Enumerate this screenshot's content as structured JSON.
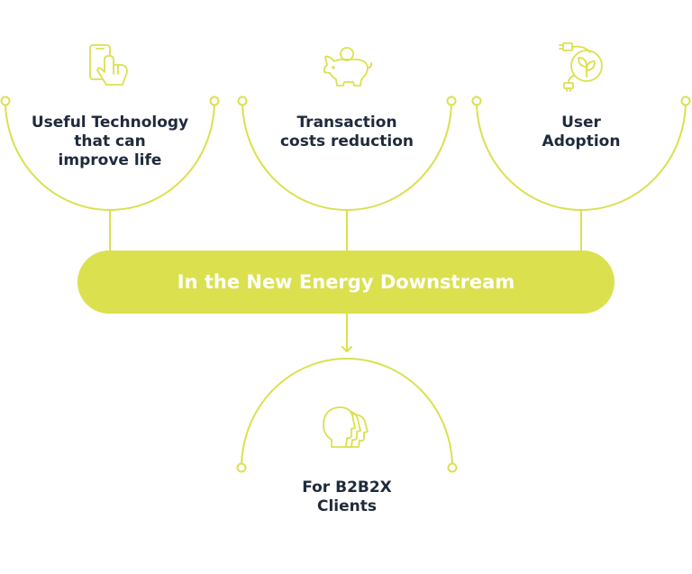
{
  "colors": {
    "accent": "#dbe04f",
    "text": "#1f2a3c",
    "background": "#ffffff"
  },
  "pillars": [
    {
      "icon": "smartphone-touch-icon",
      "lines": [
        "Useful Technology",
        "that can",
        "improve life"
      ]
    },
    {
      "icon": "piggy-bank-icon",
      "lines": [
        "Transaction",
        "costs reduction"
      ]
    },
    {
      "icon": "eco-plug-icon",
      "lines": [
        "User",
        "Adoption"
      ]
    }
  ],
  "central": {
    "label": "In the New Energy Downstream"
  },
  "client": {
    "icon": "people-heads-icon",
    "lines": [
      "For B2B2X",
      "Clients"
    ]
  }
}
